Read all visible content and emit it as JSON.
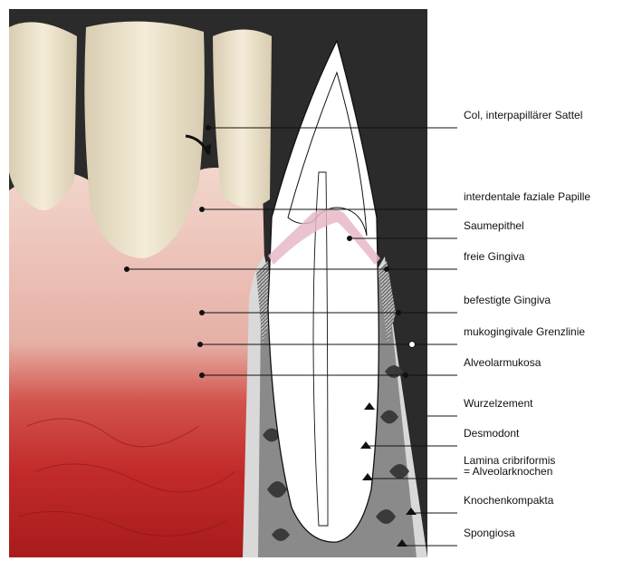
{
  "labels": [
    {
      "id": "col",
      "text": "Col, interpapillärer Sattel"
    },
    {
      "id": "papille",
      "text": "interdentale faziale Papille"
    },
    {
      "id": "saum",
      "text": "Saumepithel"
    },
    {
      "id": "freie",
      "text": "freie Gingiva"
    },
    {
      "id": "befestigte",
      "text": "befestigte Gingiva"
    },
    {
      "id": "mukogingival",
      "text": "mukogingivale Grenzlinie"
    },
    {
      "id": "alveolarmukosa",
      "text": "Alveolarmukosa"
    },
    {
      "id": "wurzelzement",
      "text": "Wurzelzement"
    },
    {
      "id": "desmodont",
      "text": "Desmodont"
    },
    {
      "id": "lamina_1",
      "text": "Lamina cribriformis"
    },
    {
      "id": "lamina_2",
      "text": "= Alveolarknochen"
    },
    {
      "id": "knochenkompakta",
      "text": "Knochenkompakta"
    },
    {
      "id": "spongiosa",
      "text": "Spongiosa"
    }
  ],
  "colors": {
    "dark_backdrop": "#2b2b2b",
    "gum_pink": "#e8b8b0",
    "mucosa_red": "#c83030",
    "tooth_ivory": "#efe6cf",
    "bone_gray": "#8a8a8a",
    "spongiosa_dark": "#3a3a3a",
    "saum_pink": "#e7b9c6"
  }
}
